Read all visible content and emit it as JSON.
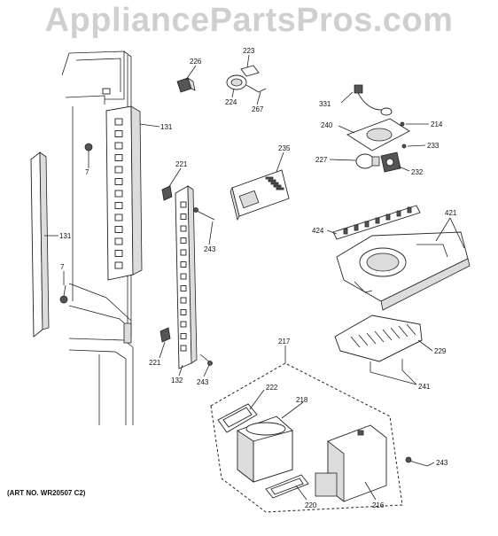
{
  "watermark": "AppliancePartsPros.com",
  "art_number": "(ART NO. WR20507 C2)",
  "parts": [
    {
      "id": "p226",
      "label": "226"
    },
    {
      "id": "p223",
      "label": "223"
    },
    {
      "id": "p224",
      "label": "224"
    },
    {
      "id": "p267",
      "label": "267"
    },
    {
      "id": "p131a",
      "label": "131"
    },
    {
      "id": "p131b",
      "label": "131"
    },
    {
      "id": "p7a",
      "label": "7"
    },
    {
      "id": "p7b",
      "label": "7"
    },
    {
      "id": "p221a",
      "label": "221"
    },
    {
      "id": "p221b",
      "label": "221"
    },
    {
      "id": "p243a",
      "label": "243"
    },
    {
      "id": "p243b",
      "label": "243"
    },
    {
      "id": "p243c",
      "label": "243"
    },
    {
      "id": "p132",
      "label": "132"
    },
    {
      "id": "p235",
      "label": "235"
    },
    {
      "id": "p331",
      "label": "331"
    },
    {
      "id": "p214",
      "label": "214"
    },
    {
      "id": "p240",
      "label": "240"
    },
    {
      "id": "p233",
      "label": "233"
    },
    {
      "id": "p227",
      "label": "227"
    },
    {
      "id": "p232",
      "label": "232"
    },
    {
      "id": "p424",
      "label": "424"
    },
    {
      "id": "p421",
      "label": "421"
    },
    {
      "id": "p229",
      "label": "229"
    },
    {
      "id": "p241",
      "label": "241"
    },
    {
      "id": "p217",
      "label": "217"
    },
    {
      "id": "p222",
      "label": "222"
    },
    {
      "id": "p218",
      "label": "218"
    },
    {
      "id": "p220",
      "label": "220"
    },
    {
      "id": "p216",
      "label": "216"
    }
  ]
}
